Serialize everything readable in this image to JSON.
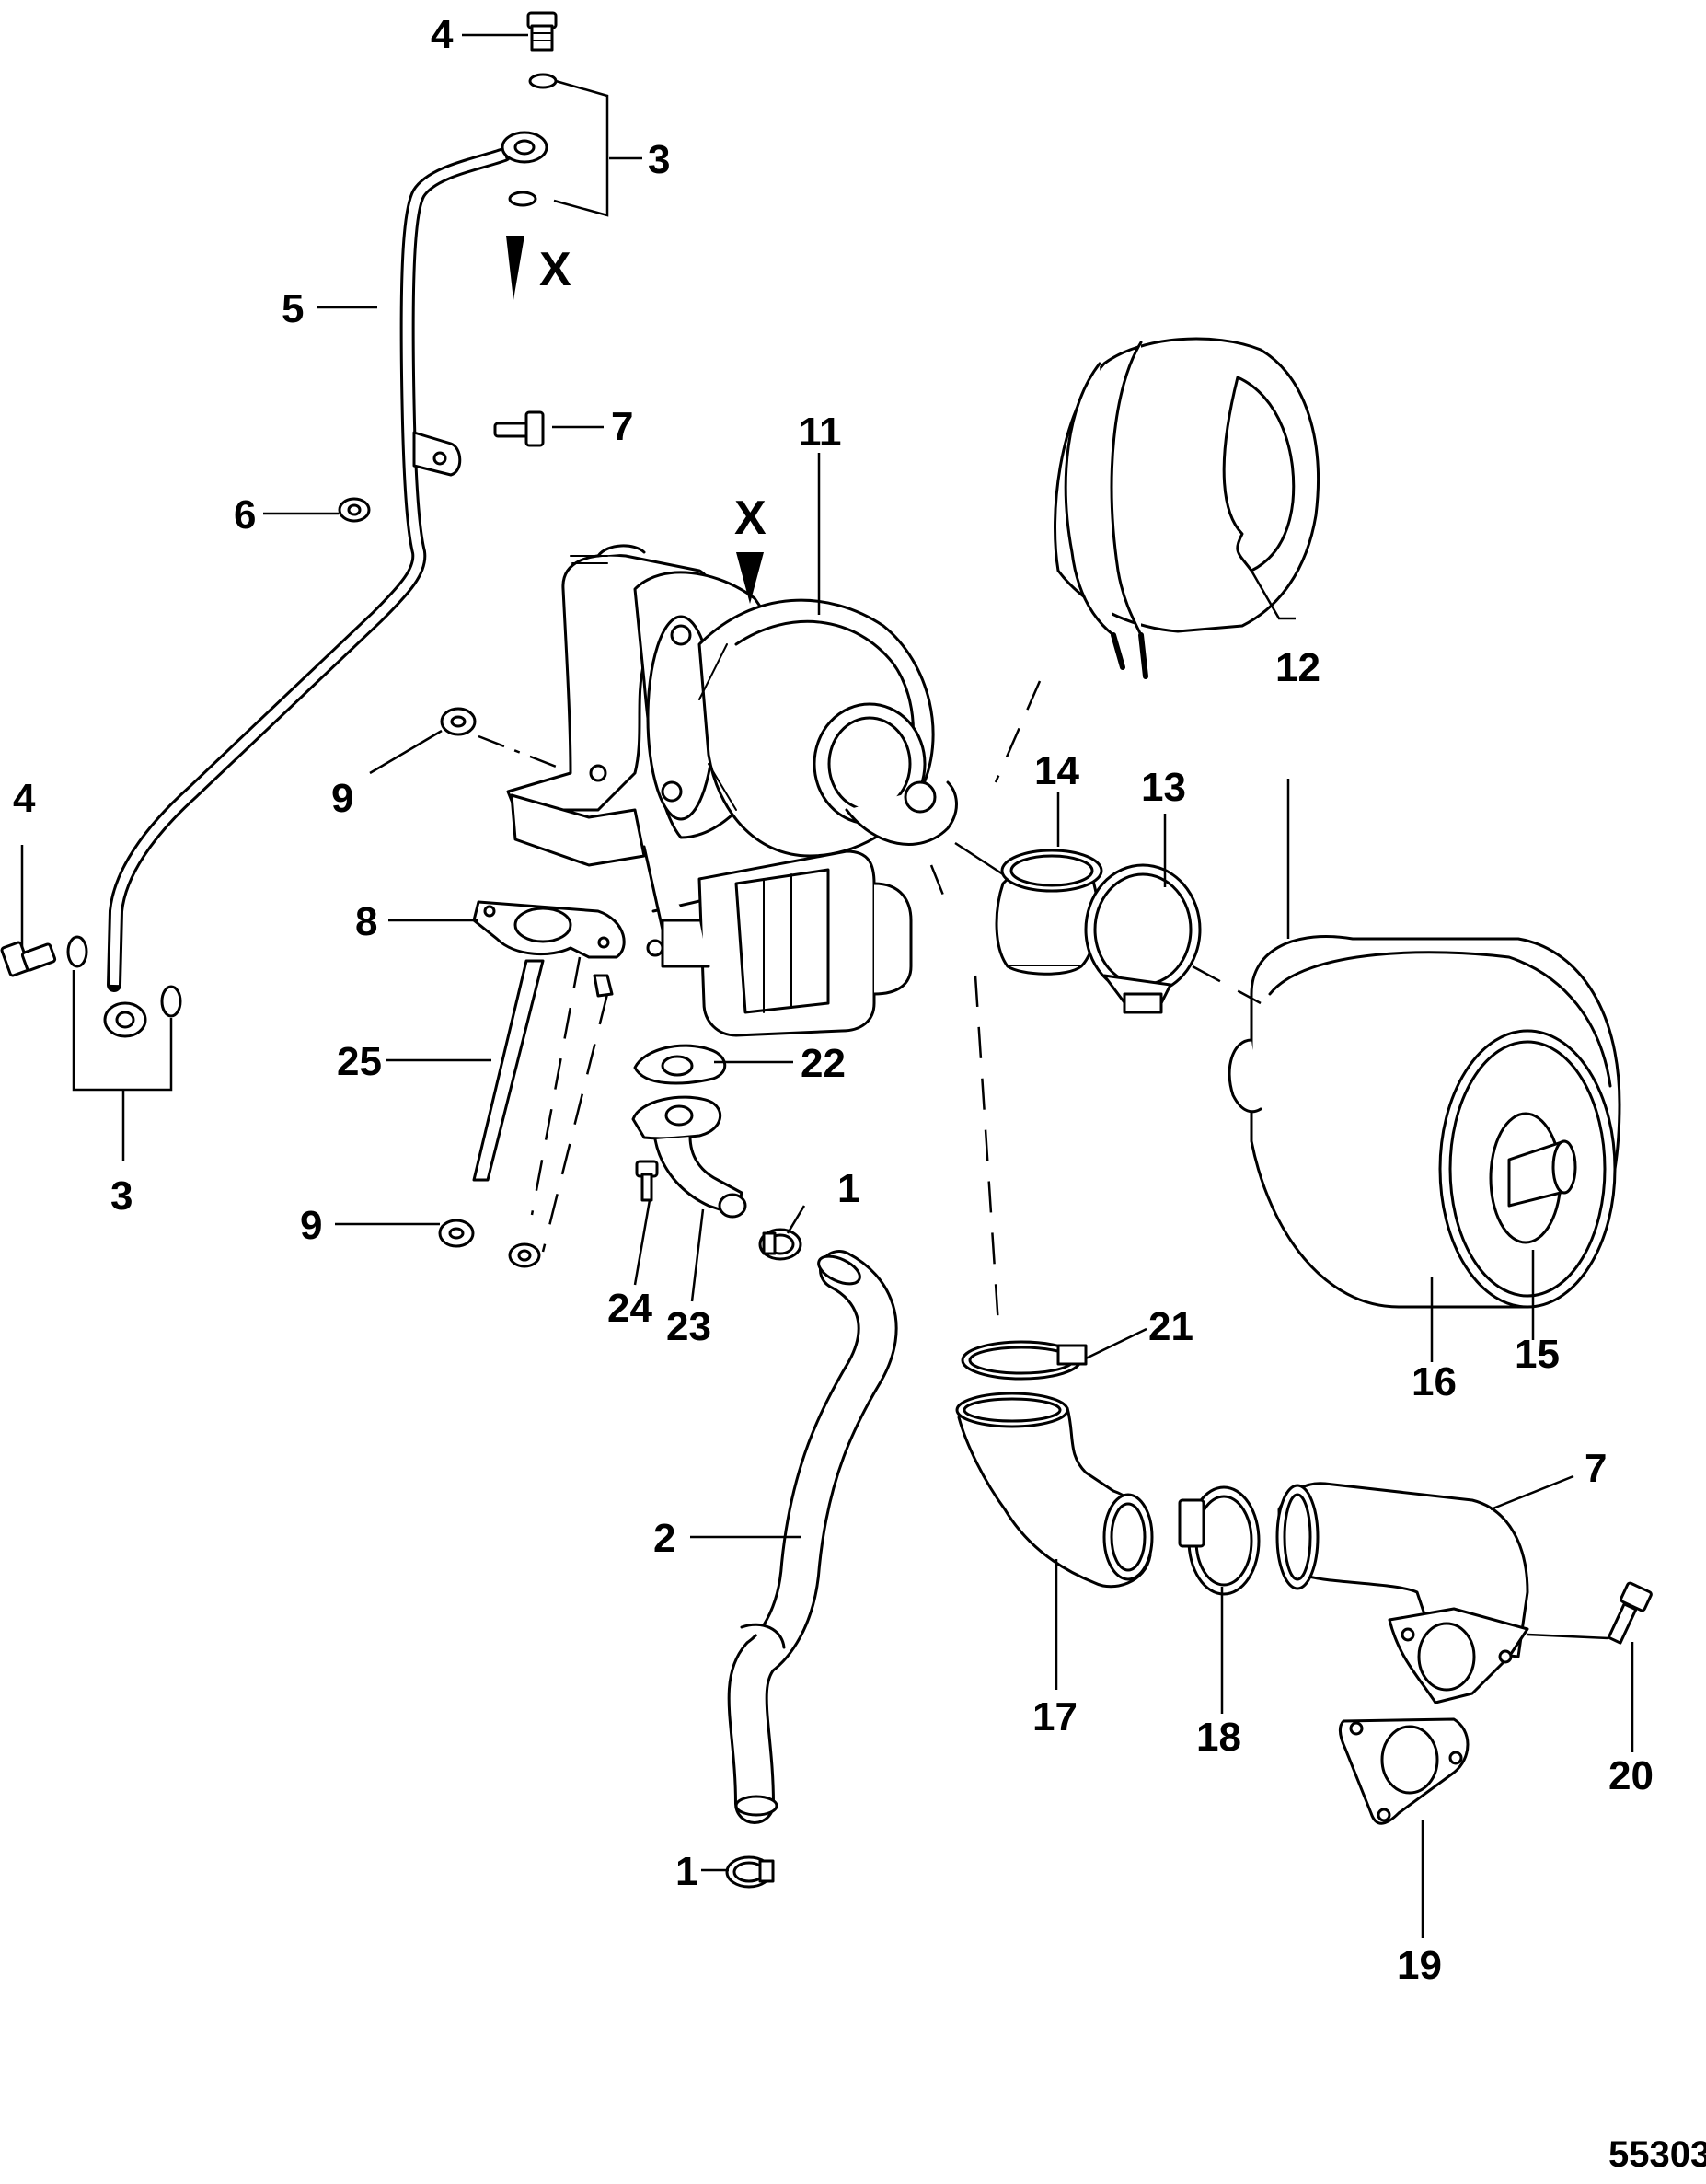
{
  "callouts": [
    {
      "id": "4a",
      "label": "4"
    },
    {
      "id": "3a",
      "label": "3"
    },
    {
      "id": "5",
      "label": "5"
    },
    {
      "id": "7a",
      "label": "7"
    },
    {
      "id": "6",
      "label": "6"
    },
    {
      "id": "11",
      "label": "11"
    },
    {
      "id": "12",
      "label": "12"
    },
    {
      "id": "14",
      "label": "14"
    },
    {
      "id": "13",
      "label": "13"
    },
    {
      "id": "9a",
      "label": "9"
    },
    {
      "id": "4b",
      "label": "4"
    },
    {
      "id": "8",
      "label": "8"
    },
    {
      "id": "25",
      "label": "25"
    },
    {
      "id": "22",
      "label": "22"
    },
    {
      "id": "3b",
      "label": "3"
    },
    {
      "id": "1a",
      "label": "1"
    },
    {
      "id": "9b",
      "label": "9"
    },
    {
      "id": "24",
      "label": "24"
    },
    {
      "id": "23",
      "label": "23"
    },
    {
      "id": "21",
      "label": "21"
    },
    {
      "id": "16",
      "label": "16"
    },
    {
      "id": "15",
      "label": "15"
    },
    {
      "id": "2",
      "label": "2"
    },
    {
      "id": "7b",
      "label": "7"
    },
    {
      "id": "17",
      "label": "17"
    },
    {
      "id": "18",
      "label": "18"
    },
    {
      "id": "20",
      "label": "20"
    },
    {
      "id": "1b",
      "label": "1"
    },
    {
      "id": "19",
      "label": "19"
    }
  ],
  "markers": {
    "x_top": "X",
    "x_turbo": "X"
  },
  "figure_number": "55303"
}
